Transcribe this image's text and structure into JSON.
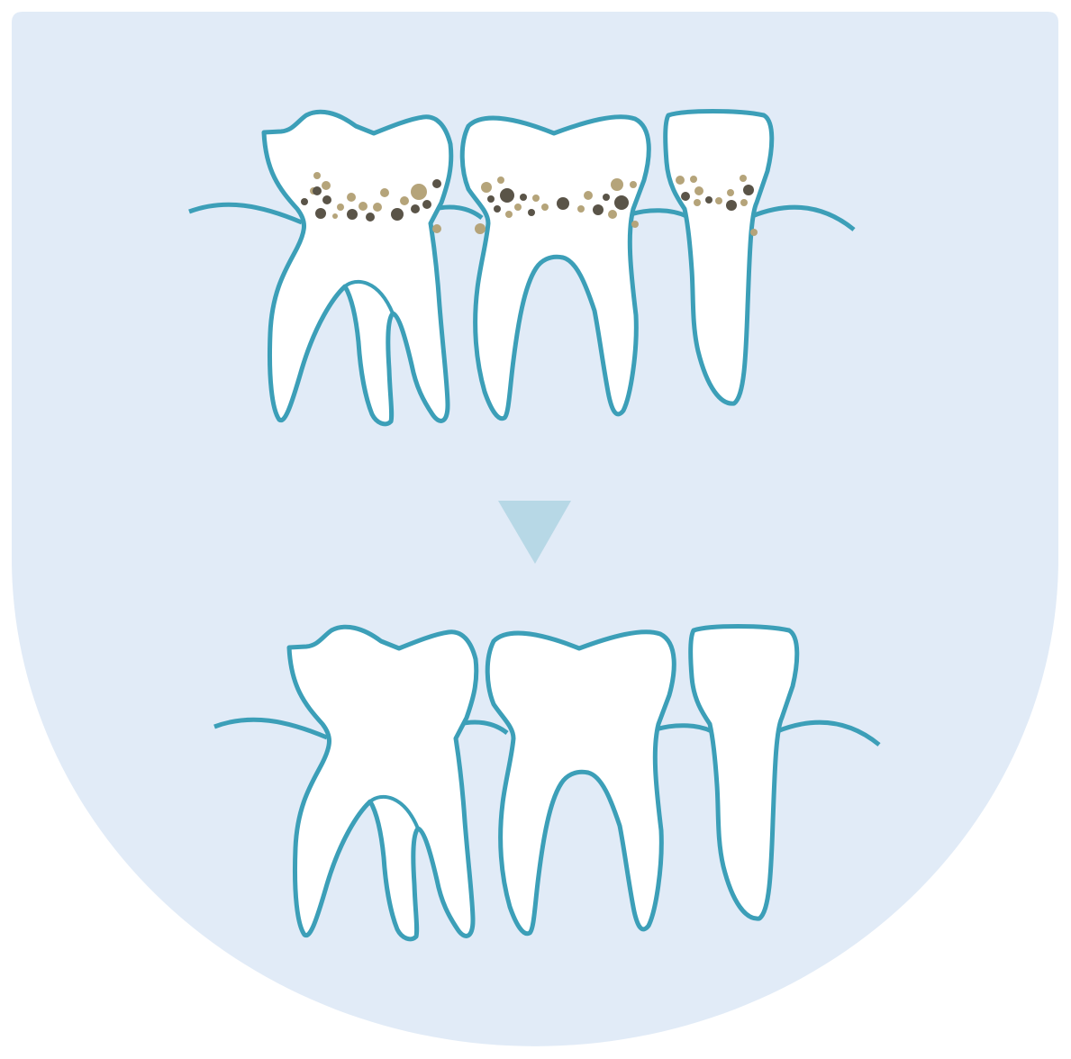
{
  "illustration": {
    "subject": "teeth-before-after-cleaning",
    "panels": [
      "before",
      "after"
    ],
    "colors": {
      "background": "#e1ebf7",
      "outline": "#3c9fb8",
      "tooth_fill": "#ffffff",
      "plaque_dark": "#5a5448",
      "plaque_light": "#b5a47a",
      "arrow": "#b7d8e6"
    },
    "icons": {
      "arrow": "triangle-down-icon"
    }
  }
}
